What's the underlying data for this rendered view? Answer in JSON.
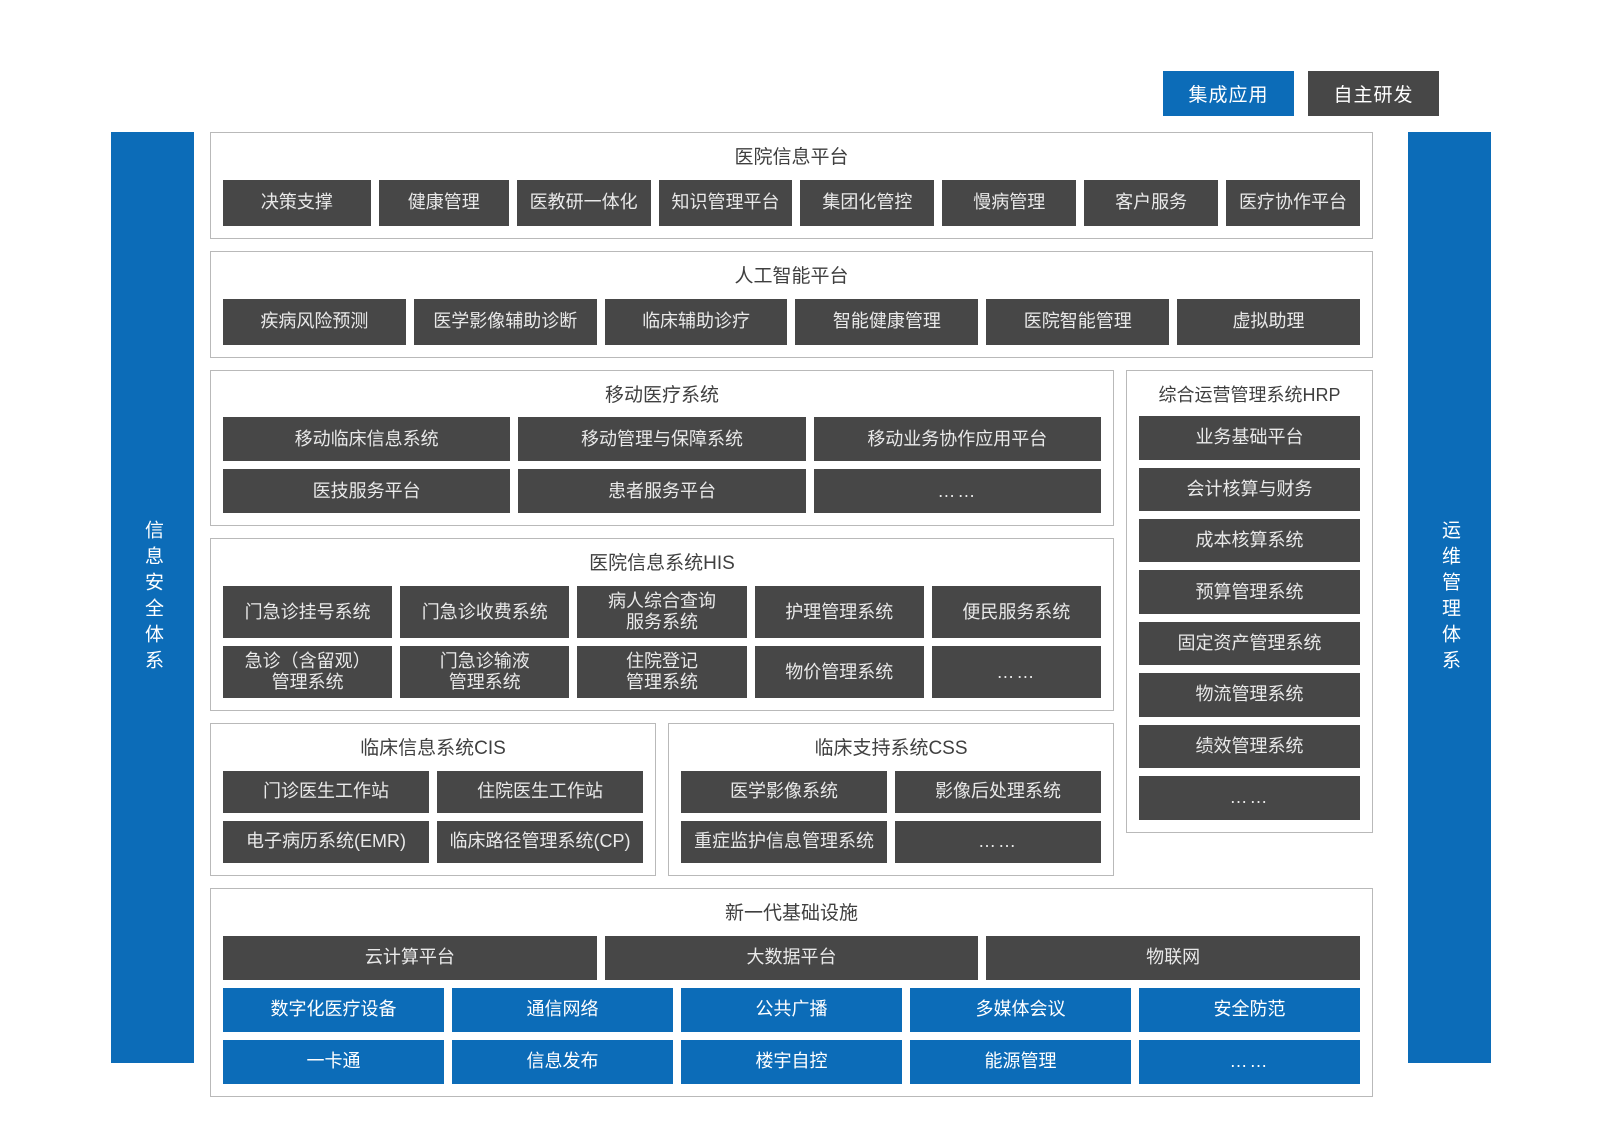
{
  "legend": {
    "items": [
      {
        "label": "集成应用",
        "color": "#0c6cb8",
        "style": "blue"
      },
      {
        "label": "自主研发",
        "color": "#474747",
        "style": "dark"
      }
    ]
  },
  "sidebars": {
    "left": {
      "label": "信息安全体系",
      "color": "#0c6cb8"
    },
    "right": {
      "label": "运维管理体系",
      "color": "#0c6cb8"
    }
  },
  "colors": {
    "accent_blue": "#0c6cb8",
    "dark_box": "#474747",
    "panel_border": "#b9b9b9",
    "text_light": "#e9e9e9",
    "text_dark": "#3f3f3f"
  },
  "sections": {
    "hospital_info_platform": {
      "title": "医院信息平台",
      "items": [
        "决策支撑",
        "健康管理",
        "医教研一体化",
        "知识管理平台",
        "集团化管控",
        "慢病管理",
        "客户服务",
        "医疗协作平台"
      ]
    },
    "ai_platform": {
      "title": "人工智能平台",
      "items": [
        "疾病风险预测",
        "医学影像辅助诊断",
        "临床辅助诊疗",
        "智能健康管理",
        "医院智能管理",
        "虚拟助理"
      ]
    },
    "mobile_medical": {
      "title": "移动医疗系统",
      "row1": [
        "移动临床信息系统",
        "移动管理与保障系统",
        "移动业务协作应用平台"
      ],
      "row2": [
        "医技服务平台",
        "患者服务平台",
        "……"
      ]
    },
    "his": {
      "title": "医院信息系统HIS",
      "row1": [
        "门急诊挂号系统",
        "门急诊收费系统",
        "病人综合查询\n服务系统",
        "护理管理系统",
        "便民服务系统"
      ],
      "row2": [
        "急诊（含留观）\n管理系统",
        "门急诊输液\n管理系统",
        "住院登记\n管理系统",
        "物价管理系统",
        "……"
      ]
    },
    "cis": {
      "title": "临床信息系统CIS",
      "row1": [
        "门诊医生工作站",
        "住院医生工作站"
      ],
      "row2": [
        "电子病历系统(EMR)",
        "临床路径管理系统(CP)"
      ]
    },
    "css": {
      "title": "临床支持系统CSS",
      "row1": [
        "医学影像系统",
        "影像后处理系统"
      ],
      "row2": [
        "重症监护信息管理系统",
        "……"
      ]
    },
    "hrp": {
      "title": "综合运营管理系统HRP",
      "items": [
        "业务基础平台",
        "会计核算与财务",
        "成本核算系统",
        "预算管理系统",
        "固定资产管理系统",
        "物流管理系统",
        "绩效管理系统",
        "……"
      ]
    },
    "infrastructure": {
      "title": "新一代基础设施",
      "row1": [
        "云计算平台",
        "大数据平台",
        "物联网"
      ],
      "row2": [
        "数字化医疗设备",
        "通信网络",
        "公共广播",
        "多媒体会议",
        "安全防范"
      ],
      "row3": [
        "一卡通",
        "信息发布",
        "楼宇自控",
        "能源管理",
        "……"
      ]
    }
  }
}
